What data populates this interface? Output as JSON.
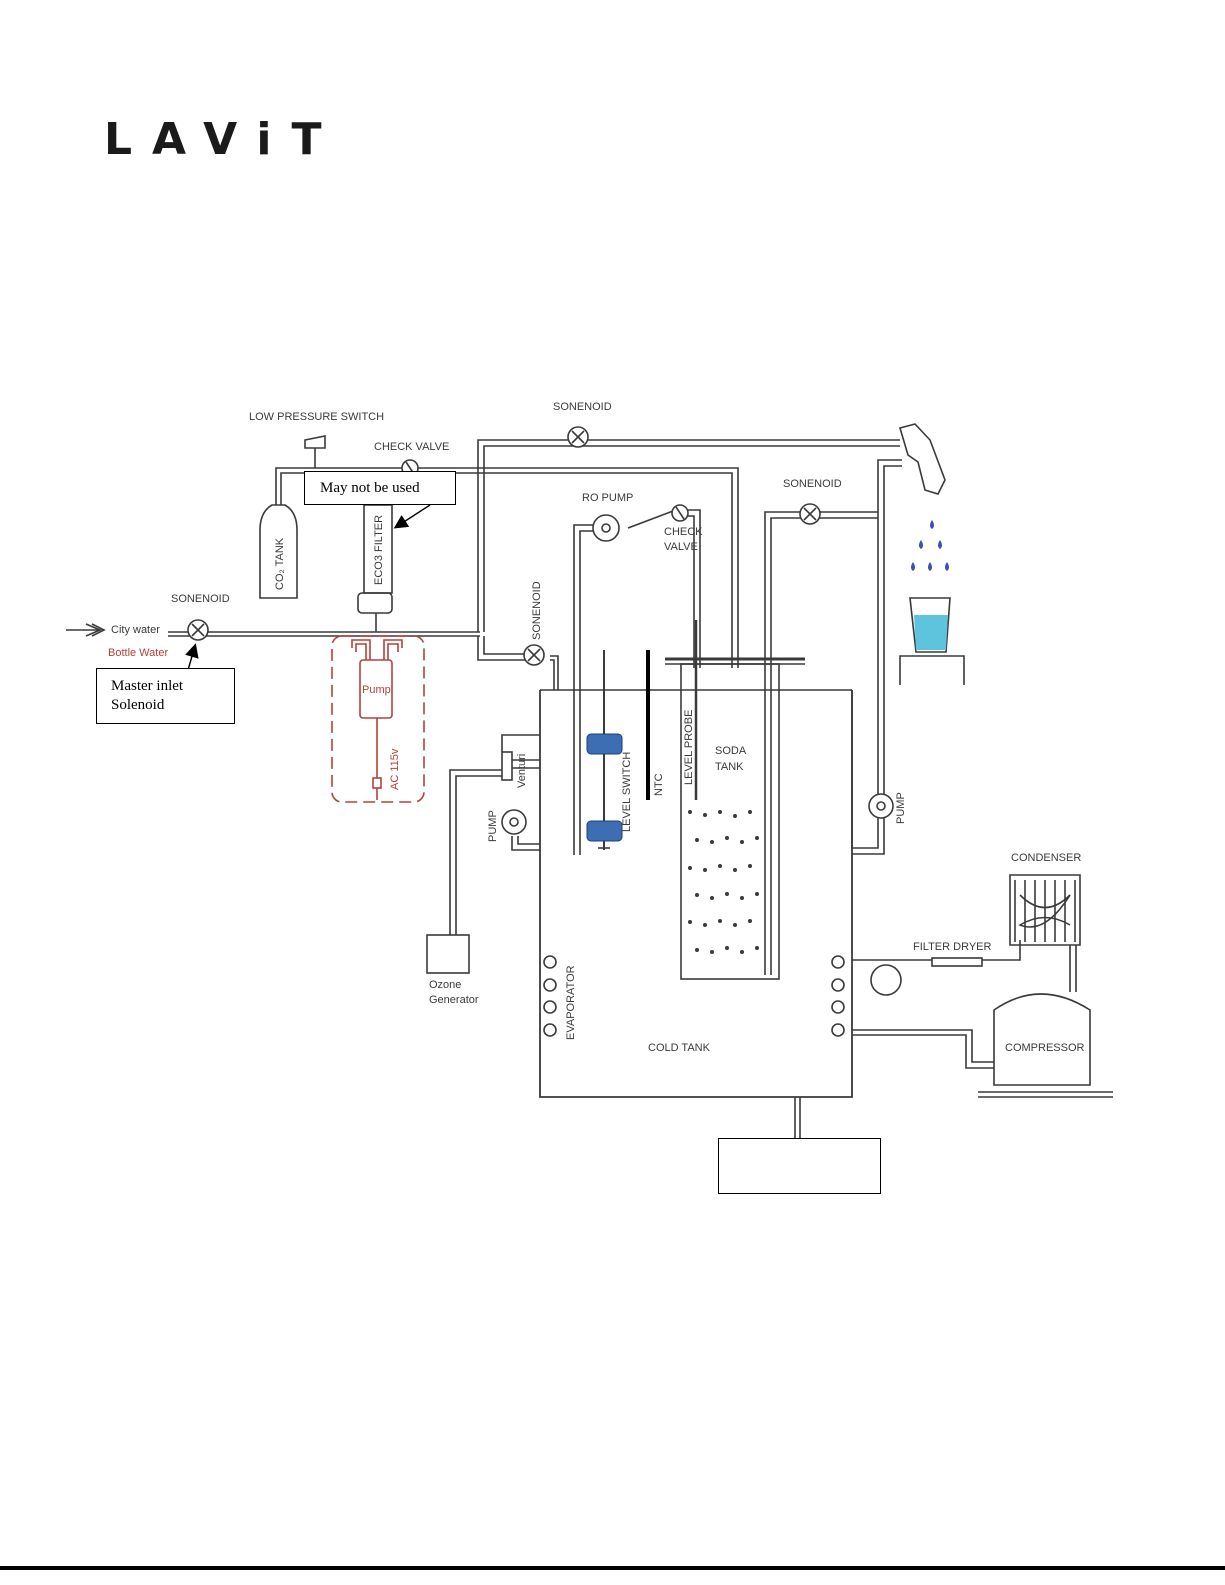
{
  "logo": {
    "text": "LAViT"
  },
  "diagram": {
    "labels": {
      "low_pressure_switch": "LOW PRESSURE SWITCH",
      "check_valve_top": "CHECK VALVE",
      "solenoid_top": "SONENOID",
      "solenoid_right": "SONENOID",
      "solenoid_inlet": "SONENOID",
      "solenoid_mid": "SONENOID",
      "co2_tank": "CO₂ TANK",
      "eco3_filter": "ECO3 FILTER",
      "city_water": "City water",
      "bottle_water": "Bottle Water",
      "pump_red": "Pump",
      "ac_115v": "AC 115v",
      "ro_pump": "RO PUMP",
      "check_valve_mid_1": "CHECK",
      "check_valve_mid_2": "VALVE",
      "venturi": "Venturi",
      "pump_left": "PUMP",
      "level_switch": "LEVEL SWITCH",
      "ntc": "NTC",
      "level_probe": "LEVEL PROBE",
      "soda_tank_1": "SODA",
      "soda_tank_2": "TANK",
      "pump_right": "PUMP",
      "condenser": "CONDENSER",
      "filter_dryer": "FILTER DRYER",
      "compressor": "COMPRESSOR",
      "ozone_generator_1": "Ozone",
      "ozone_generator_2": "Generator",
      "evaporator": "EVAPORATOR",
      "cold_tank": "COLD TANK"
    },
    "callouts": {
      "may_not_be_used": "May not be used",
      "master_inlet_1": "Master inlet",
      "master_inlet_2": "Solenoid"
    },
    "colors": {
      "line": "#3a3a3a",
      "red": "#b5413a",
      "water": "#5ec4de",
      "drops": "#3b4fb8",
      "level_switch_float": "#3d6eb3"
    }
  }
}
